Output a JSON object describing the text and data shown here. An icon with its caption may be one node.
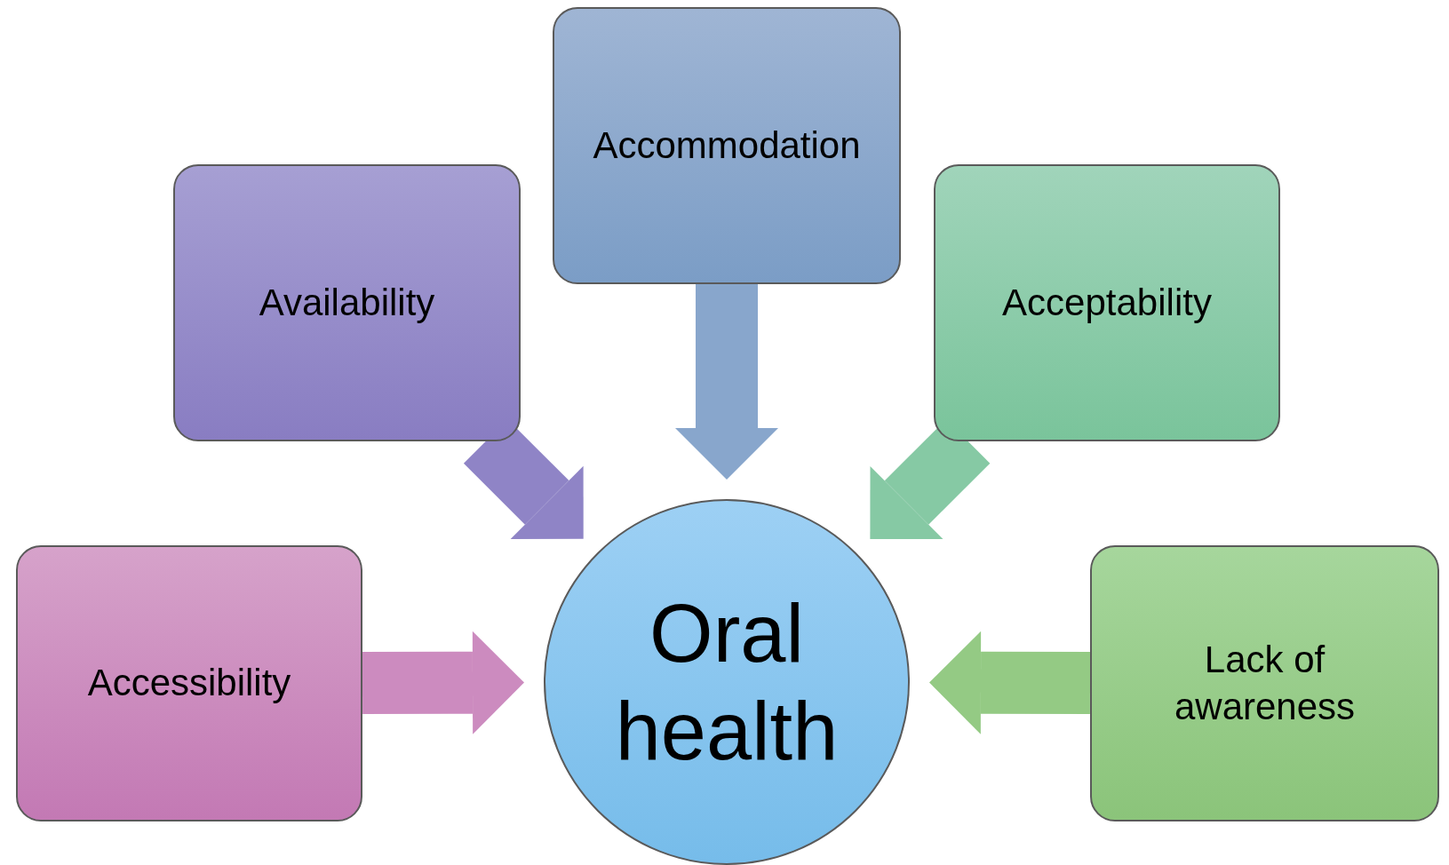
{
  "diagram": {
    "nodes": [
      {
        "text": [
          "Accommodation"
        ]
      },
      {
        "text": [
          "Availability"
        ]
      },
      {
        "text": [
          "Acceptability"
        ]
      },
      {
        "text": [
          "Accessibility"
        ]
      },
      {
        "text": [
          "Oral health"
        ]
      },
      {
        "text": [
          "Lack of awareness"
        ]
      }
    ],
    "edges": [
      {
        "from": 0,
        "to": 4,
        "arrow": "to",
        "color": "#88a6cc"
      },
      {
        "from": 1,
        "to": 4,
        "arrow": "to",
        "color": "#8f84c6"
      },
      {
        "from": 2,
        "to": 4,
        "arrow": "to",
        "color": "#86c9a4"
      },
      {
        "from": 3,
        "to": 4,
        "arrow": "to",
        "color": "#cc8bbf"
      },
      {
        "from": 5,
        "to": 4,
        "arrow": "to",
        "color": "#94ca84"
      }
    ]
  }
}
